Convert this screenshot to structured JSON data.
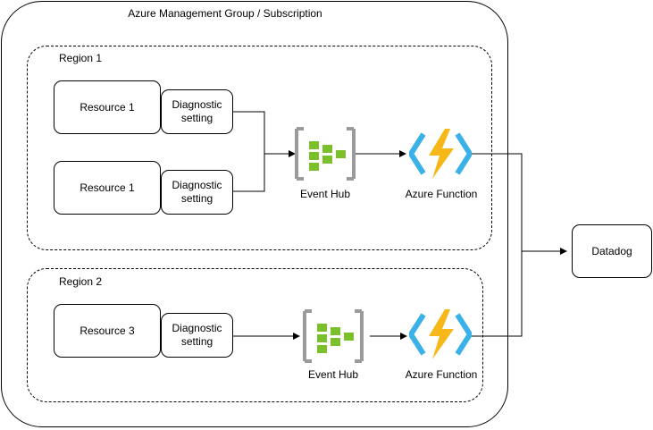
{
  "outer": {
    "title": "Azure Management Group / Subscription"
  },
  "regions": [
    {
      "label": "Region 1",
      "resources": [
        {
          "name": "Resource 1",
          "diagnostic": "Diagnostic setting"
        },
        {
          "name": "Resource 1",
          "diagnostic": "Diagnostic setting"
        }
      ],
      "event_hub_label": "Event Hub",
      "function_label": "Azure Function"
    },
    {
      "label": "Region 2",
      "resources": [
        {
          "name": "Resource 3",
          "diagnostic": "Diagnostic setting"
        }
      ],
      "event_hub_label": "Event Hub",
      "function_label": "Azure Function"
    }
  ],
  "destination": {
    "label": "Datadog"
  },
  "icons": {
    "event_hub": "event-hub-icon",
    "azure_function": "azure-function-icon"
  },
  "colors": {
    "event_hub_green": "#7bbf2a",
    "event_hub_frame": "#9b9b9b",
    "function_bolt": "#f6b818",
    "function_bracket": "#3ab1e9"
  }
}
